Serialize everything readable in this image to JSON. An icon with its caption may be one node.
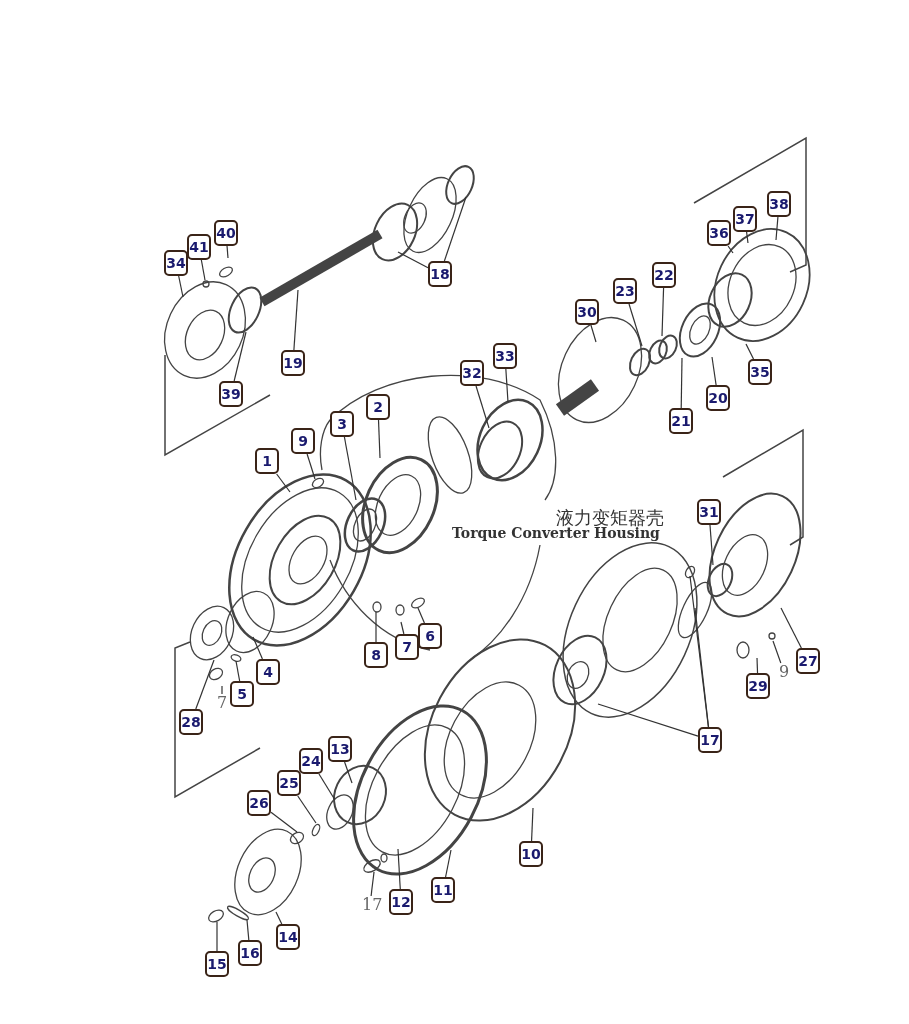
{
  "diagram": {
    "nodes": [
      {
        "text": [
          "40"
        ]
      },
      {
        "text": [
          "41"
        ]
      },
      {
        "text": [
          "34"
        ]
      },
      {
        "text": [
          "18"
        ]
      },
      {
        "text": [
          "19"
        ]
      },
      {
        "text": [
          "39"
        ]
      },
      {
        "text": [
          "38"
        ]
      },
      {
        "text": [
          "37"
        ]
      },
      {
        "text": [
          "36"
        ]
      },
      {
        "text": [
          "22"
        ]
      },
      {
        "text": [
          "23"
        ]
      },
      {
        "text": [
          "30"
        ]
      },
      {
        "text": [
          "35"
        ]
      },
      {
        "text": [
          "20"
        ]
      },
      {
        "text": [
          "21"
        ]
      },
      {
        "text": [
          "33"
        ]
      },
      {
        "text": [
          "32"
        ]
      },
      {
        "text": [
          "2"
        ]
      },
      {
        "text": [
          "3"
        ]
      },
      {
        "text": [
          "9"
        ]
      },
      {
        "text": [
          "1"
        ]
      },
      {
        "text": [
          "31"
        ]
      },
      {
        "text": [
          "6"
        ]
      },
      {
        "text": [
          "7"
        ]
      },
      {
        "text": [
          "8"
        ]
      },
      {
        "text": [
          "27"
        ]
      },
      {
        "text": [
          "4"
        ]
      },
      {
        "text": [
          "9"
        ]
      },
      {
        "text": [
          "29"
        ]
      },
      {
        "text": [
          "5"
        ]
      },
      {
        "text": [
          "7"
        ]
      },
      {
        "text": [
          "28"
        ]
      },
      {
        "text": [
          "17"
        ]
      },
      {
        "text": [
          "13"
        ]
      },
      {
        "text": [
          "24"
        ]
      },
      {
        "text": [
          "25"
        ]
      },
      {
        "text": [
          "26"
        ]
      },
      {
        "text": [
          "10"
        ]
      },
      {
        "text": [
          "11"
        ]
      },
      {
        "text": [
          "12"
        ]
      },
      {
        "text": [
          "17"
        ]
      },
      {
        "text": [
          "14"
        ]
      },
      {
        "text": [
          "16"
        ]
      },
      {
        "text": [
          "15"
        ]
      }
    ],
    "edges": [
      {
        "from": 0,
        "to": null,
        "arrow": "none"
      },
      {
        "from": 1,
        "to": null,
        "arrow": "none"
      },
      {
        "from": 2,
        "to": null,
        "arrow": "none"
      },
      {
        "from": 3,
        "to": null,
        "arrow": "none"
      },
      {
        "from": 3,
        "to": null,
        "arrow": "none"
      },
      {
        "from": 4,
        "to": null,
        "arrow": "none"
      },
      {
        "from": 5,
        "to": null,
        "arrow": "none"
      },
      {
        "from": 6,
        "to": null,
        "arrow": "none"
      },
      {
        "from": 7,
        "to": null,
        "arrow": "none"
      },
      {
        "from": 8,
        "to": null,
        "arrow": "none"
      },
      {
        "from": 9,
        "to": null,
        "arrow": "none"
      },
      {
        "from": 10,
        "to": null,
        "arrow": "none"
      },
      {
        "from": 11,
        "to": null,
        "arrow": "none"
      },
      {
        "from": 12,
        "to": null,
        "arrow": "none"
      },
      {
        "from": 13,
        "to": null,
        "arrow": "none"
      },
      {
        "from": 14,
        "to": null,
        "arrow": "none"
      },
      {
        "from": 15,
        "to": null,
        "arrow": "none"
      },
      {
        "from": 16,
        "to": null,
        "arrow": "none"
      },
      {
        "from": 17,
        "to": null,
        "arrow": "none"
      },
      {
        "from": 18,
        "to": null,
        "arrow": "none"
      },
      {
        "from": 19,
        "to": null,
        "arrow": "none"
      },
      {
        "from": 20,
        "to": null,
        "arrow": "none"
      },
      {
        "from": 21,
        "to": null,
        "arrow": "none"
      },
      {
        "from": 22,
        "to": null,
        "arrow": "none"
      },
      {
        "from": 23,
        "to": null,
        "arrow": "none"
      },
      {
        "from": 24,
        "to": null,
        "arrow": "none"
      },
      {
        "from": 25,
        "to": null,
        "arrow": "none"
      },
      {
        "from": 26,
        "to": null,
        "arrow": "none"
      },
      {
        "from": 27,
        "to": null,
        "arrow": "none"
      },
      {
        "from": 28,
        "to": null,
        "arrow": "none"
      },
      {
        "from": 29,
        "to": null,
        "arrow": "none"
      },
      {
        "from": 30,
        "to": null,
        "arrow": "none"
      },
      {
        "from": 31,
        "to": null,
        "arrow": "none"
      },
      {
        "from": 32,
        "to": null,
        "arrow": "none"
      },
      {
        "from": 32,
        "to": null,
        "arrow": "none"
      },
      {
        "from": 32,
        "to": null,
        "arrow": "none"
      },
      {
        "from": 33,
        "to": null,
        "arrow": "none"
      },
      {
        "from": 34,
        "to": null,
        "arrow": "none"
      },
      {
        "from": 35,
        "to": null,
        "arrow": "none"
      },
      {
        "from": 36,
        "to": null,
        "arrow": "none"
      },
      {
        "from": 37,
        "to": null,
        "arrow": "none"
      },
      {
        "from": 38,
        "to": null,
        "arrow": "none"
      },
      {
        "from": 39,
        "to": null,
        "arrow": "none"
      },
      {
        "from": 40,
        "to": null,
        "arrow": "none"
      },
      {
        "from": 41,
        "to": null,
        "arrow": "none"
      },
      {
        "from": 42,
        "to": null,
        "arrow": "none"
      },
      {
        "from": 43,
        "to": null,
        "arrow": "none"
      }
    ],
    "labels": [
      "液力变矩器壳",
      "Torque Converter Housing"
    ]
  }
}
